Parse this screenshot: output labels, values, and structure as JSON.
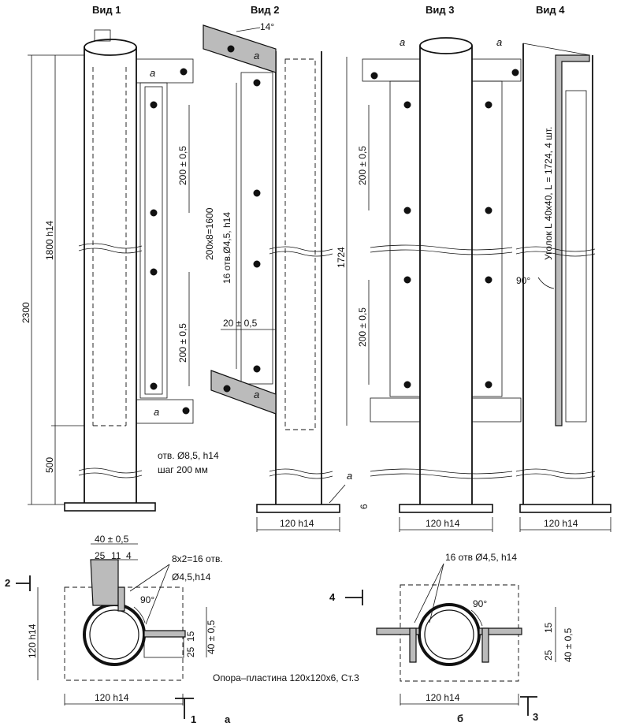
{
  "views": {
    "v1": "Вид 1",
    "v2": "Вид 2",
    "v3": "Вид 3",
    "v4": "Вид 4"
  },
  "dims": {
    "total_height": "2300",
    "h1800": "1800 h14",
    "h500": "500",
    "span_200_top": "200 ± 0,5",
    "span_200_bottom": "200 ± 0,5",
    "pitch_200x8": "200x8=1600",
    "holes_16": "16 отв.Ø4,5, h14",
    "gap_20": "20 ± 0,5",
    "angle_14": "14°",
    "base_width": "120 h14",
    "base_thick": "6",
    "len_1724": "1724",
    "span_200_v3_top": "200 ± 0,5",
    "span_200_v3_bottom": "200 ± 0,5",
    "angle_90": "90°",
    "top_40": "40 ± 0,5",
    "top_25": "25",
    "top_11": "11",
    "top_4": "4",
    "holes_8x2": "8x2=16 отв.",
    "holes_d45": "Ø4,5,h14",
    "side_120": "120 h14",
    "side_40": "40 ± 0,5",
    "side_25": "25",
    "side_15": "15",
    "bottom_120_a": "120 h14",
    "bottom_120_b": "120 h14",
    "holes_16_b": "16 отв Ø4,5, h14",
    "b_15": "15",
    "b_40": "40 ± 0,5",
    "b_25": "25",
    "angle_90_a": "90°",
    "angle_90_b": "90°"
  },
  "notes": {
    "holes_85": "отв. Ø8,5,  h14",
    "step_200": "шаг 200 мм",
    "corner": "Уголок L 40x40, L = 1724, 4 шт.",
    "plate": "Опора–пластина 120x120x6, Ст.3"
  },
  "labels": {
    "a": "a",
    "sec2": "2",
    "sec4": "4",
    "sec1": "1",
    "sec3": "3",
    "fig_a": "а",
    "fig_b": "б"
  }
}
